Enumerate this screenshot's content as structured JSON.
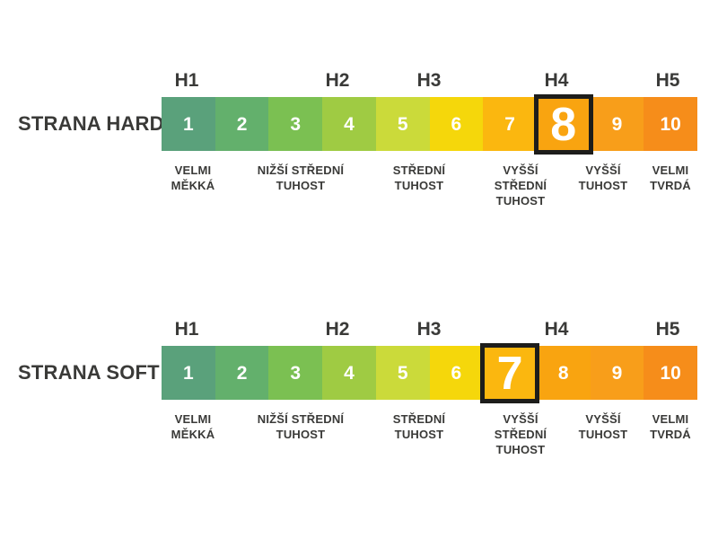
{
  "scales": [
    {
      "title": "STRANA HARD",
      "highlighted_value": "8"
    },
    {
      "title": "STRANA SOFT",
      "highlighted_value": "7"
    }
  ],
  "h_labels": [
    "H1",
    "H2",
    "H3",
    "H4",
    "H5"
  ],
  "cells": [
    {
      "value": "1",
      "color": "#5aa17b"
    },
    {
      "value": "2",
      "color": "#63b06c"
    },
    {
      "value": "3",
      "color": "#7bc052"
    },
    {
      "value": "4",
      "color": "#9fcb43"
    },
    {
      "value": "5",
      "color": "#cbda3a"
    },
    {
      "value": "6",
      "color": "#f5d70b"
    },
    {
      "value": "7",
      "color": "#fbb70f"
    },
    {
      "value": "8",
      "color": "#f9a410"
    },
    {
      "value": "9",
      "color": "#f89e1a"
    },
    {
      "value": "10",
      "color": "#f68d1a"
    }
  ],
  "descriptions": [
    "VELMI\nMĚKKÁ",
    "NIŽŠÍ STŘEDNÍ\nTUHOST",
    "STŘEDNÍ\nTUHOST",
    "VYŠŠÍ\nSTŘEDNÍ\nTUHOST",
    "VYŠŠÍ\nTUHOST",
    "VELMI\nTVRDÁ"
  ],
  "colors": {
    "text": "#3a3a38",
    "highlight_border": "#1d1d1b",
    "cell_number": "#ffffff",
    "background": "#ffffff"
  }
}
